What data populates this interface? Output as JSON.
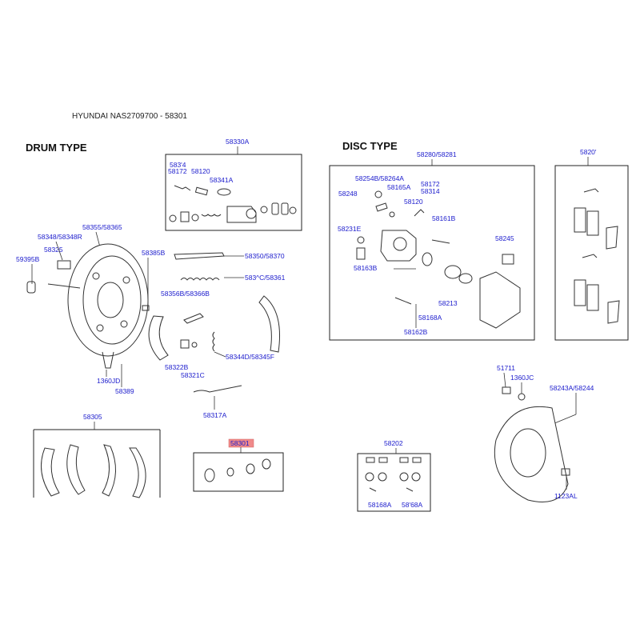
{
  "title": "HYUNDAI NAS2709700 - 58301",
  "sections": {
    "drum": "DRUM TYPE",
    "disc": "DISC TYPE"
  },
  "highlight_color": "#f08a8a",
  "label_color": "#1a1acc",
  "parts": {
    "p58330A": "58330A",
    "p58314": "583'4",
    "p58172a": "58172",
    "p58120a": "58120",
    "p58341A": "58341A",
    "p58355": "58355/58365",
    "p58348": "58348/58348R",
    "p58325": "58325",
    "p59395B": "59395B",
    "p58385B": "58385B",
    "p58350": "58350/58370",
    "p58361": "583^C/58361",
    "p58366B": "58356B/58366B",
    "p58322B": "58322B",
    "p58321C": "58321C",
    "p58344D": "58344D/58345F",
    "p1360JD": "1360JD",
    "p58389": "58389",
    "p58317A": "58317A",
    "p58305": "58305",
    "p58301": "58301",
    "p58202": "58202",
    "p58168Aa": "58168A",
    "p58168Ab": "58'68A",
    "p58280": "58280/58281",
    "p58254B": "58254B/58264A",
    "p58165A": "58165A",
    "p58248": "58248",
    "p58172b": "58172",
    "p58314b": "58314",
    "p58120b": "58120",
    "p58161B": "58161B",
    "p58231E": "58231E",
    "p58163B": "58163B",
    "p58245": "58245",
    "p58213": "58213",
    "p58168Ac": "58168A",
    "p58162B": "58162B",
    "p5820": "5820'",
    "p51711": "51711",
    "p1360JC": "1360JC",
    "p58243A": "58243A/58244",
    "p1123AL": "1123AL"
  }
}
